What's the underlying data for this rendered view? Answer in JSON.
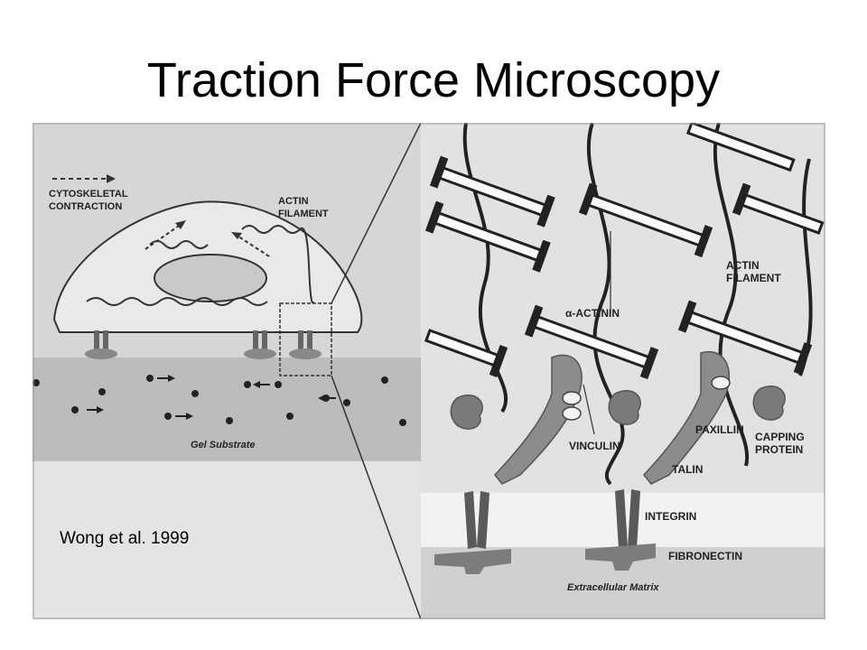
{
  "slide": {
    "title": "Traction Force Microscopy",
    "citation": "Wong et al. 1999"
  },
  "diagram": {
    "left_panel": {
      "label_contraction_line1": "CYTOSKELETAL",
      "label_contraction_line2": "CONTRACTION",
      "label_actin_line1": "ACTIN",
      "label_actin_line2": "FILAMENT",
      "label_substrate": "Gel Substrate"
    },
    "right_panel": {
      "label_actin_line1": "ACTIN",
      "label_actin_line2": "FILAMENT",
      "label_actinin": "α-ACTININ",
      "label_vinculin": "VINCULIN",
      "label_paxillin": "PAXILLIN",
      "label_capping_line1": "CAPPING",
      "label_capping_line2": "PROTEIN",
      "label_talin": "TALIN",
      "label_integrin": "INTEGRIN",
      "label_fibronectin": "FIBRONECTIN",
      "label_matrix": "Extracellular Matrix"
    },
    "colors": {
      "background": "#d8d8d8",
      "cell": "#e6e6e6",
      "substrate": "#bdbdbd",
      "protein": "#8a8a8a",
      "ink": "#222222"
    }
  }
}
